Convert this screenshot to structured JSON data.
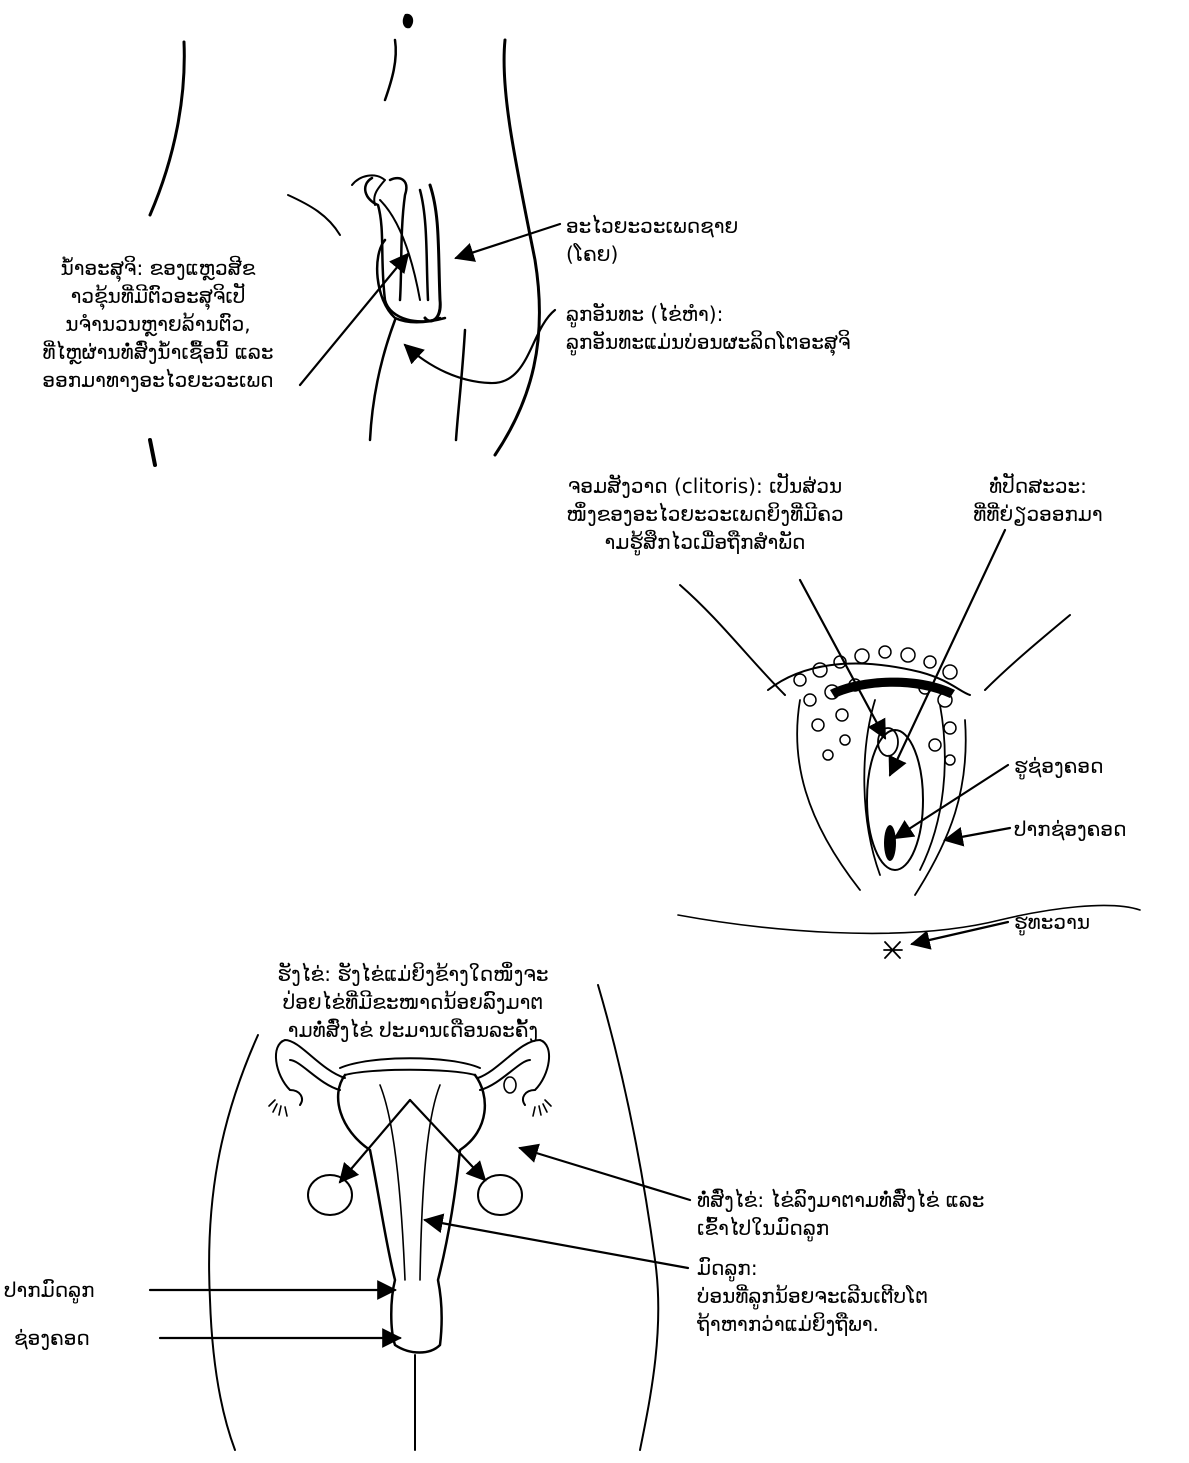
{
  "male": {
    "semen_label": "ນ້ຳອະສຸຈິ: ຂອງແຫຼວສີຂ\nາວຂຸ້ນທີ່ມີຕົວອະສຸຈິເປັ\nນຈຳນວນຫຼາຍລ້ານຕົວ,\nທີ່ໄຫຼຜ່ານທໍ່ສົ່ງນ້ຳເຊື້ອນີ້ ແລະ\nອອກມາທາງອະໄວຍະວະເພດ",
    "penis_label": "ອະໄວຍະວະເພດຊາຍ\n(ໂຄຍ)",
    "testicles_label": "ລູກອັນທະ (ໄຂ່ຫຳ):\nລູກອັນທະແມ່ນບ່ອນຜະລິດໂຕອະສຸຈິ"
  },
  "female_external": {
    "clitoris_label": "ຈອມສັງວາດ (clitoris): ເປັນສ່ວນ\nໜຶ່ງຂອງອະໄວຍະວະເພດຍິງທີ່ມີຄວ\nາມຮູ້ສຶກໄວເມື່ອຖືກສຳພັດ",
    "urethra_label": "ທໍ່ປັດສະວະ:\nທີ່ທີ່ຍ່ຽວອອກມາ",
    "vaginal_opening_label": "ຮູຊ່ອງຄອດ",
    "vulva_label": "ປາກຊ່ອງຄອດ",
    "anus_label": "ຮູທະວານ"
  },
  "female_internal": {
    "ovaries_label": "ຮັງໄຂ່: ຮັງໄຂ່ແມ່ຍິງຂ້າງໃດໜຶ່ງຈະ\nປ່ອຍໄຂ່ທີ່ມີຂະໜາດນ້ອຍລົງມາຕ\nາມທໍ່ສົ່ງໄຂ່ ປະມານເດືອນລະຄັ້ງ",
    "tubes_label": "ທໍ່ສົ່ງໄຂ່: ໄຂ່ລົງມາຕາມທໍ່ສົ່ງໄຂ່ ແລະ\nເຂົ້າໄປໃນມົດລູກ",
    "womb_label": "ມົດລູກ:\nບ່ອນທີ່ລູກນ້ອຍຈະເລີນເຕີບໂຕ\nຖ້າຫາກວ່າແມ່ຍິງຖືພາ.",
    "cervix_label": "ປາກມົດລູກ",
    "vagina_label": "ຊ່ອງຄອດ"
  }
}
